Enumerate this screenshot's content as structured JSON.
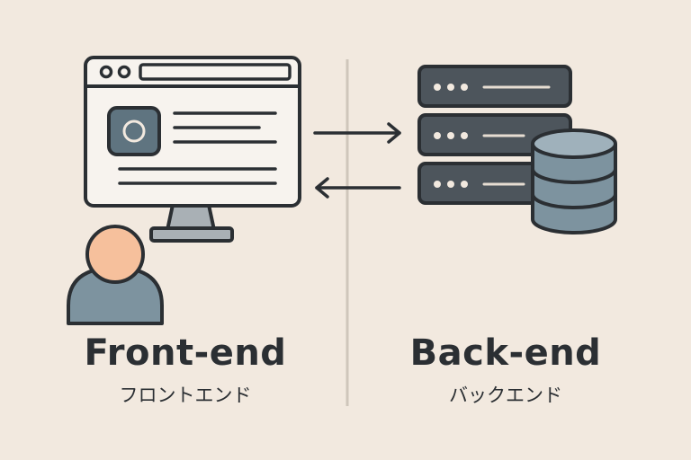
{
  "frontend": {
    "title": "Front-end",
    "subtitle": "フロントエンド"
  },
  "backend": {
    "title": "Back-end",
    "subtitle": "バックエンド"
  },
  "colors": {
    "background": "#f2e9df",
    "outline": "#2b2f33",
    "window_fill": "#f7f3ee",
    "server_fill": "#4d555c",
    "database_fill": "#7d939f",
    "user_head": "#f6c09c",
    "user_body": "#7d939f",
    "divider": "#cfc6bb"
  },
  "icons": [
    "browser-window-icon",
    "monitor-icon",
    "user-icon",
    "server-rack-icon",
    "database-icon",
    "arrow-right-icon",
    "arrow-left-icon"
  ]
}
